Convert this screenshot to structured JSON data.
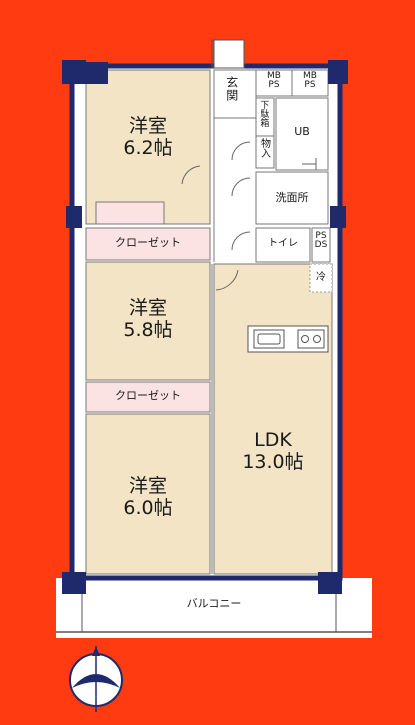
{
  "plan": {
    "bedroom_top": {
      "name": "洋室",
      "size": "6.2帖"
    },
    "bedroom_mid": {
      "name": "洋室",
      "size": "5.8帖"
    },
    "bedroom_bot": {
      "name": "洋室",
      "size": "6.0帖"
    },
    "ldk": {
      "name": "LDK",
      "size": "13.0帖"
    },
    "closet_1": "クローゼット",
    "closet_2": "クローゼット",
    "balcony": "バルコニー",
    "entrance": "玄関",
    "shoe_box": "下駄箱",
    "storage": "物入",
    "unit_bath": "UB",
    "washroom": "洗面所",
    "toilet": "トイレ",
    "mb_ps_1": "MB\nPS",
    "mb_ps_2": "MB\nPS",
    "ps_ds": "PS\nDS",
    "fridge": "冷",
    "colors": {
      "background": "#ff3b12",
      "room": "#f3e4c6",
      "closet": "#fbe3e3",
      "wall": "#1f2a6d"
    },
    "icons": {
      "compass": "north-arrow-compass-icon",
      "sink": "kitchen-sink-icon",
      "stove": "gas-stove-icon"
    }
  }
}
